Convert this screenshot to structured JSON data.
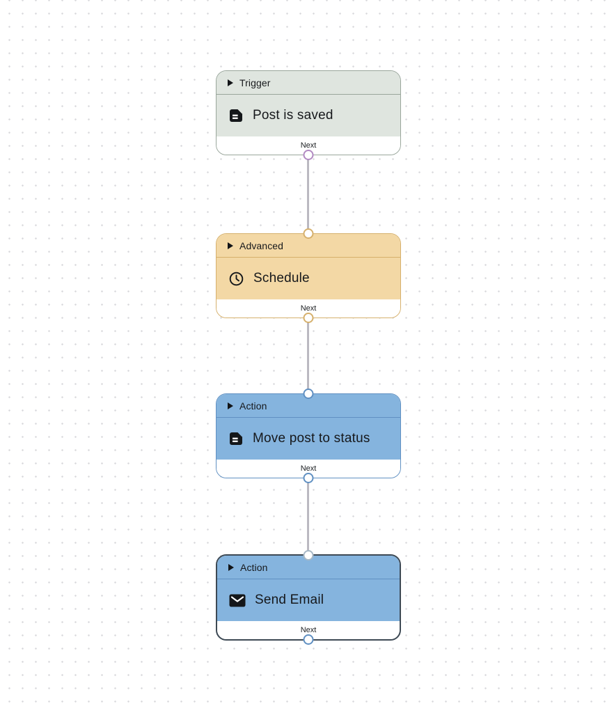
{
  "canvas": {
    "background": "#ffffff",
    "dot_color": "#d9d9dd",
    "edge_color": "#bbb9c1"
  },
  "edges": [
    {
      "from": "trigger-post-is-saved",
      "to": "advanced-schedule"
    },
    {
      "from": "advanced-schedule",
      "to": "action-move-post-to-status"
    },
    {
      "from": "action-move-post-to-status",
      "to": "action-send-email"
    }
  ],
  "nodes": [
    {
      "id": "trigger-post-is-saved",
      "category": "Trigger",
      "label": "Post is saved",
      "icon": "document-icon",
      "footer": "Next",
      "selected": false,
      "colors": {
        "fill": "#dfe5df",
        "border": "#99a69b",
        "divider": "#99a69b",
        "source_handle": "#b28ac2"
      }
    },
    {
      "id": "advanced-schedule",
      "category": "Advanced",
      "label": "Schedule",
      "icon": "clock-icon",
      "footer": "Next",
      "selected": false,
      "colors": {
        "fill": "#f3d8a5",
        "border": "#d6b06c",
        "divider": "#d6b06c",
        "target_handle": "#d6b06c",
        "source_handle": "#d6b06c"
      }
    },
    {
      "id": "action-move-post-to-status",
      "category": "Action",
      "label": "Move post to status",
      "icon": "document-icon",
      "footer": "Next",
      "selected": false,
      "colors": {
        "fill": "#85b4de",
        "border": "#6090c2",
        "divider": "#6090c2",
        "target_handle": "#6090c2",
        "source_handle": "#6090c2"
      }
    },
    {
      "id": "action-send-email",
      "category": "Action",
      "label": "Send Email",
      "icon": "envelope-icon",
      "footer": "Next",
      "selected": true,
      "colors": {
        "fill": "#85b4de",
        "border": "#3d4954",
        "divider": "#6090c2",
        "target_handle": "#a7b8c6",
        "source_handle": "#6090c2"
      }
    }
  ]
}
